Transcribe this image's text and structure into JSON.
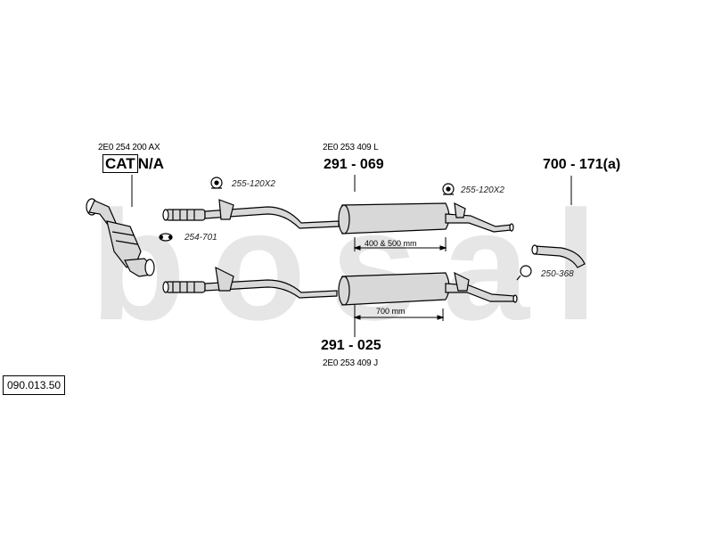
{
  "watermark": "bosal",
  "diagram_ref": "090.013.50",
  "catalytic": {
    "oem": "2E0 254 200 AX",
    "cat_label": "CAT",
    "cat_value": "N/A"
  },
  "upper_muffler": {
    "oem": "2E0 253 409 L",
    "part": "291 - 069",
    "dimension": "400 & 500 mm"
  },
  "lower_muffler": {
    "oem": "2E0 253 409 J",
    "part": "291 - 025",
    "dimension": "700 mm"
  },
  "tailpipe": {
    "part": "700 - 171(a)"
  },
  "accessories": {
    "clamp_left": "255-120X2",
    "clamp_right": "255-120X2",
    "gasket": "254-701",
    "clamp_tail": "250-368"
  },
  "colors": {
    "watermark": "#e6e6e6",
    "line": "#000000",
    "part_fill": "#d8d8d8"
  }
}
